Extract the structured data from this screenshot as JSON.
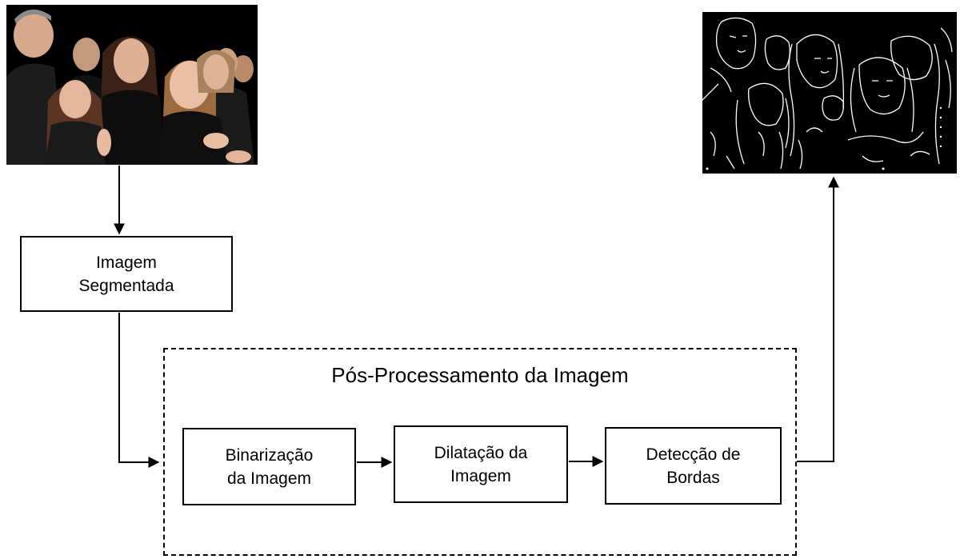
{
  "stages": {
    "segmented": [
      "Imagem",
      "Segmentada"
    ],
    "binarization": [
      "Binarização",
      "da Imagem"
    ],
    "dilation": [
      "Dilatação da",
      "Imagem"
    ],
    "edge_detection": [
      "Detecção de",
      "Bordas"
    ]
  },
  "group": {
    "title": "Pós-Processamento da Imagem"
  },
  "images": {
    "input": "crowd-photo",
    "output": "edge-map"
  },
  "colors": {
    "line": "#000000",
    "background": "#ffffff",
    "edge_output": "#ffffff"
  }
}
